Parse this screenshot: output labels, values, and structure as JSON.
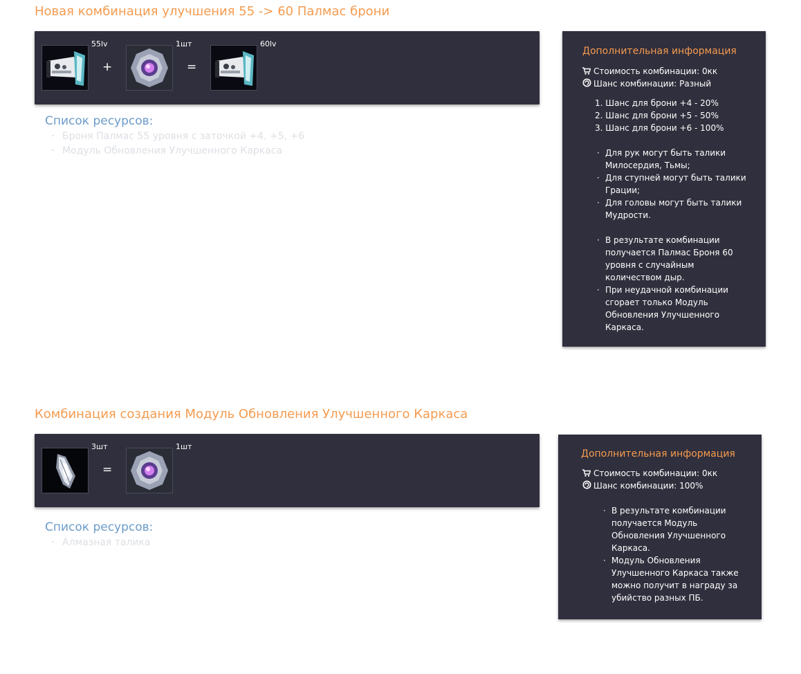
{
  "section1": {
    "title": "Новая комбинация улучшения 55 -> 60 Палмас брони",
    "slots": [
      {
        "count": "55lv",
        "icon": "palmas-armor-icon"
      },
      {
        "count": "1шт",
        "icon": "upgrade-module-icon"
      },
      {
        "count": "60lv",
        "icon": "palmas-armor-icon"
      }
    ],
    "plus": "+",
    "equals": "=",
    "resources_title": "Список ресурсов:",
    "resources": [
      "Броня Палмас 55 уровня с заточкой +4, +5, +6",
      "Модуль Обновления Улучшенного Каркаса"
    ],
    "info": {
      "title": "Дополнительная информация",
      "cost_label": "Стоимость комбинации: 0кк",
      "chance_label": "Шанс комбинации: Разный",
      "chances": [
        "1. Шанс для брони +4 - 20%",
        "2. Шанс для брони +5 - 50%",
        "3. Шанс для брони +6 - 100%"
      ],
      "notes": [
        "Для рук могут быть талики Милосердия, Тьмы;",
        "Для ступней могут быть талики Грации;",
        "Для головы могут быть талики Мудрости.",
        "В результате комбинации получается Палмас Броня 60 уровня с случайным количеством дыр.",
        "При неудачной комбинации сгорает только Модуль Обновления Улучшенного Каркаса."
      ]
    }
  },
  "section2": {
    "title": "Комбинация создания Модуль Обновления Улучшенного Каркаса",
    "slots": [
      {
        "count": "3шт",
        "icon": "diamond-talic-icon"
      },
      {
        "count": "1шт",
        "icon": "upgrade-module-icon"
      }
    ],
    "equals": "=",
    "resources_title": "Список ресурсов:",
    "resources": [
      "Алмазная талика"
    ],
    "info": {
      "title": "Дополнительная информация",
      "cost_label": "Стоимость комбинации: 0кк",
      "chance_label": "Шанс комбинации: 100%",
      "notes": [
        "В результате комбинации получается Модуль Обновления Улучшенного Каркаса.",
        "Модуль Обновления Улучшенного Каркаса также можно получит в награду за убийство разных ПБ."
      ]
    }
  },
  "colors": {
    "accent": "#f59b4f",
    "panel": "#302f3d",
    "resources_title": "#6b9bc9",
    "resource_text": "#dcdfe4"
  }
}
